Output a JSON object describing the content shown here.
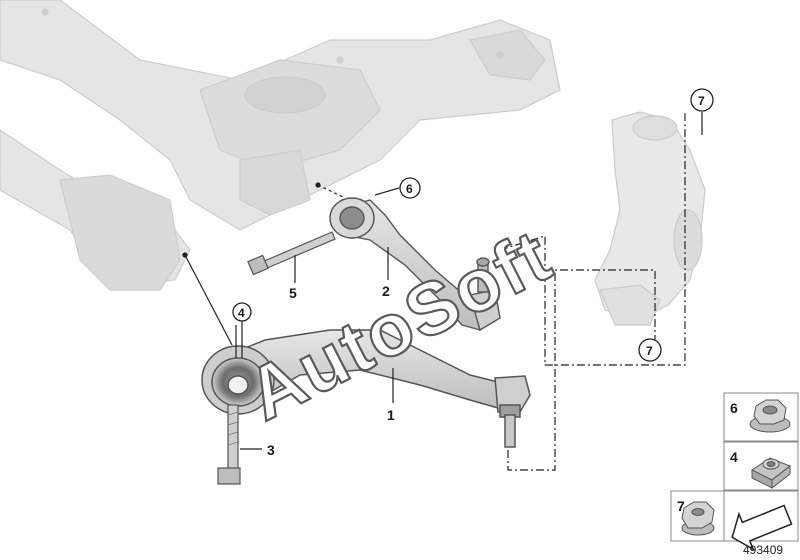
{
  "diagram": {
    "watermark": "AutoSoft",
    "document_id": "493409",
    "callouts": {
      "p1": "1",
      "p2": "2",
      "p3": "3",
      "p4": "4",
      "p5": "5",
      "p6": "6",
      "p7a": "7",
      "p7b": "7"
    },
    "inset": {
      "nut6_label": "6",
      "nut4_label": "4",
      "nut7_label": "7"
    }
  },
  "colors": {
    "ghost_part": "#e4e4e4",
    "ghost_edge": "#c9c9c9",
    "main_part": "#d6d6d6",
    "main_edge": "#555555",
    "leader": "#222222"
  }
}
